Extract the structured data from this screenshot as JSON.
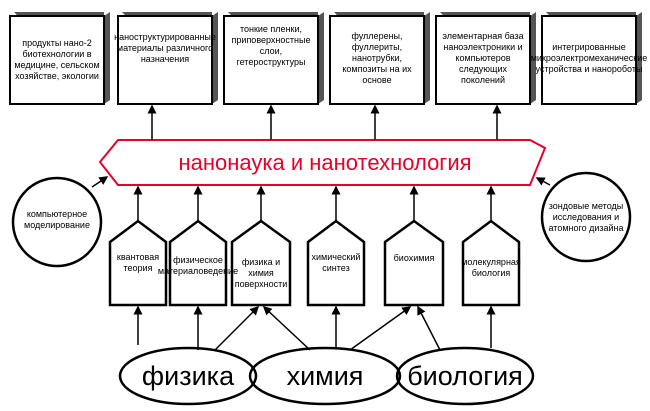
{
  "top_boxes": [
    "продукты нано-2 биотехнологии в медицине, сельском хозяйстве, экологии",
    "наноструктурированные материалы различного назначения",
    "тонкие пленки, приповерхностные слои, гетероструктуры",
    "фуллерены, фуллериты, нанотрубки, композиты на их основе",
    "элементарная база наноэлектроники и компьютеров следующих поколений",
    "интегрированные микроэлектромеханические устройства и нанороботы"
  ],
  "banner": "нанонаука и нанотехнология",
  "circles": {
    "left": "компьютерное моделирование",
    "right": "зондовые методы исследования и атомного дизайна"
  },
  "houses": [
    "квантовая теория",
    "физическое материаловедение",
    "физика и химия поверхности",
    "химический синтез",
    "биохимия",
    "молекулярная биология"
  ],
  "sciences": [
    "физика",
    "химия",
    "биология"
  ],
  "colors": {
    "banner_text": "#e8002a",
    "banner_border": "#e8002a"
  }
}
